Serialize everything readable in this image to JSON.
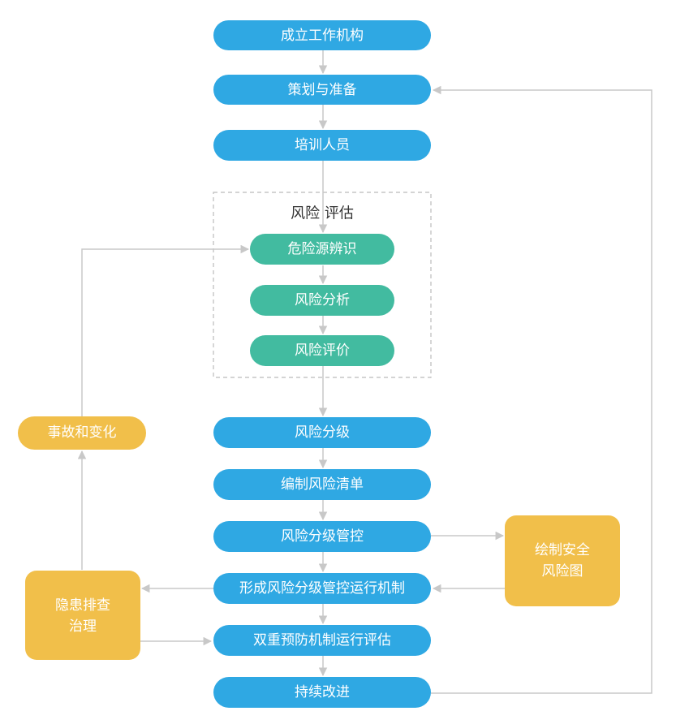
{
  "colors": {
    "process": "#2fa8e3",
    "risk": "#42bba0",
    "side": "#f1bf4a",
    "connector": "#c8c8c8",
    "group_border": "#bbbbbb"
  },
  "group": {
    "title": "风险 评估"
  },
  "nodes": {
    "establish": "成立工作机构",
    "plan": "策划与准备",
    "train": "培训人员",
    "hazard_id": "危险源辨识",
    "risk_analysis": "风险分析",
    "risk_eval": "风险评价",
    "grading": "风险分级",
    "risk_list": "编制风险清单",
    "grading_control": "风险分级管控",
    "mechanism": "形成风险分级管控运行机制",
    "dual_eval": "双重预防机制运行评估",
    "improve": "持续改进",
    "accident": "事故和变化",
    "hidden_danger_1": "隐患排查",
    "hidden_danger_2": "治理",
    "risk_map_1": "绘制安全",
    "risk_map_2": "风险图"
  }
}
